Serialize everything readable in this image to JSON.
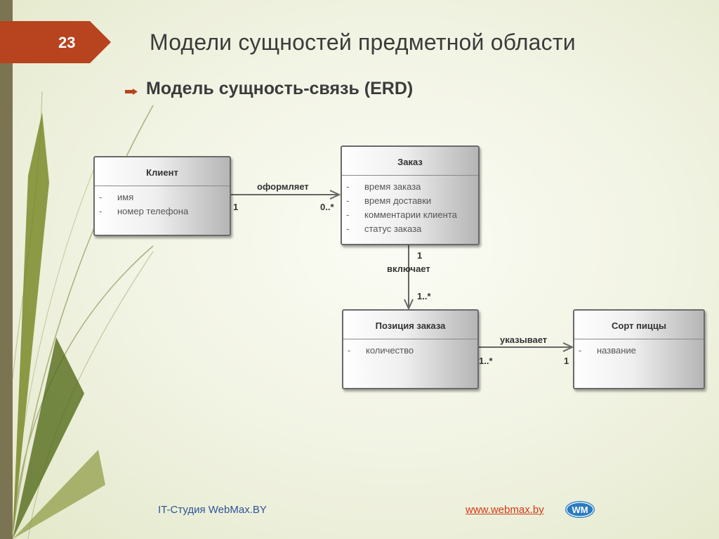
{
  "slide": {
    "number": "23",
    "title": "Модели сущностей предметной области",
    "subtitle": "Модель сущность-связь (ERD)"
  },
  "entities": {
    "client": {
      "name": "Клиент",
      "attributes": [
        "имя",
        "номер телефона"
      ]
    },
    "order": {
      "name": "Заказ",
      "attributes": [
        "время заказа",
        "время доставки",
        "комментарии клиента",
        "статус заказа"
      ]
    },
    "order_item": {
      "name": "Позиция заказа",
      "attributes": [
        "количество"
      ]
    },
    "pizza_sort": {
      "name": "Сорт пиццы",
      "attributes": [
        "название"
      ]
    }
  },
  "relations": {
    "client_order": {
      "label": "оформляет",
      "from_mult": "1",
      "to_mult": "0..*"
    },
    "order_item": {
      "label": "включает",
      "from_mult": "1",
      "to_mult": "1..*"
    },
    "item_sort": {
      "label": "указывает",
      "from_mult": "1..*",
      "to_mult": "1"
    }
  },
  "attr_dash": "-",
  "footer": {
    "studio": "IT-Студия WebMax.BY",
    "link": "www.webmax.by",
    "logo_text": "WM"
  },
  "colors": {
    "accent": "#b8431f",
    "left_bar": "#7b7453",
    "link": "#d13a13",
    "footer_text": "#2f5496",
    "logo": "#2a7bbf"
  },
  "icons": {
    "bullet": "arrow-bullet-icon",
    "logo": "webmax-logo-icon"
  }
}
